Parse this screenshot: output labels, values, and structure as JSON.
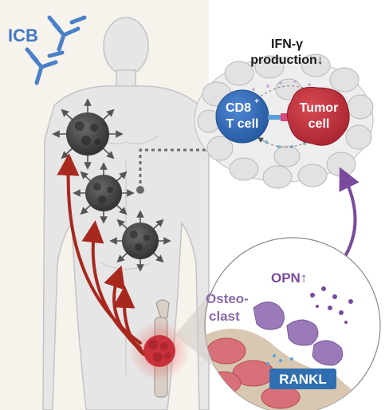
{
  "labels": {
    "icb": "ICB",
    "ifn_line1": "IFN-γ",
    "ifn_line2": "production↓",
    "cd8_line1": "CD8",
    "cd8_sup": "+",
    "cd8_line2": "T cell",
    "tumor_line1": "Tumor",
    "tumor_line2": "cell",
    "opn": "OPN↑",
    "osteo_line1": "Osteo-",
    "osteo_line2": "clast",
    "rankl": "RANKL"
  },
  "colors": {
    "background_panel": "#f6f2ec",
    "body_fill": "#e6e6e6",
    "body_stroke": "#c4c4c4",
    "icb_blue": "#3f78c4",
    "antibody_blue": "#4a80c8",
    "metastasis_dark": "#3a3a3a",
    "arrow_red": "#a8281e",
    "tumor_red": "#c8303a",
    "cd8_blue": "#2f68b8",
    "purple": "#7a4a9c",
    "osteoclast_purple": "#9a7ab8",
    "rankl_blue": "#2f6fb0",
    "bone_tan": "#d8c8b2"
  }
}
